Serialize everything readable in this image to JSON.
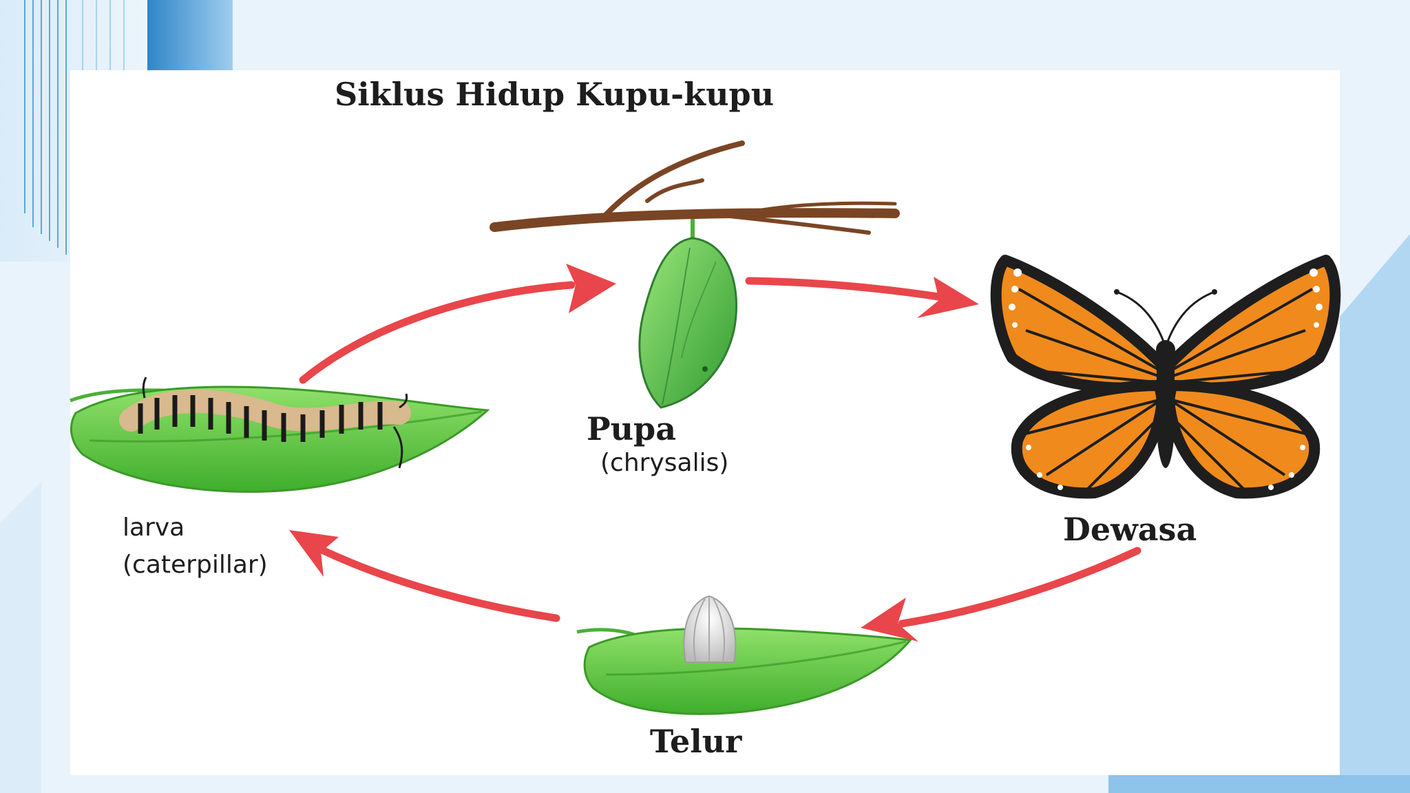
{
  "title": "Siklus Hidup Kupu-kupu",
  "stages": {
    "pupa": {
      "name": "Pupa",
      "subtitle": "(chrysalis)"
    },
    "adult": {
      "name": "Dewasa"
    },
    "larva": {
      "name": "larva",
      "subtitle": "(caterpillar)"
    },
    "egg": {
      "name": "Telur"
    }
  },
  "colors": {
    "arrow": "#e8464a",
    "leaf": "#5cc43c",
    "leaf_dark": "#3b9a27",
    "branch": "#7a4524",
    "wing_orange": "#f08a1c",
    "wing_black": "#1e1e1e",
    "background_blue": "#2f86c8"
  }
}
